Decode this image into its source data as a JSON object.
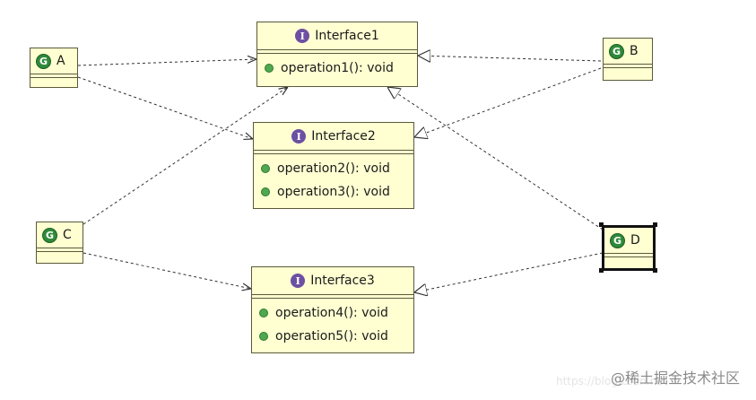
{
  "interfaces": [
    {
      "name": "Interface1",
      "ops": [
        "operation1(): void"
      ]
    },
    {
      "name": "Interface2",
      "ops": [
        "operation2(): void",
        "operation3(): void"
      ]
    },
    {
      "name": "Interface3",
      "ops": [
        "operation4(): void",
        "operation5(): void"
      ]
    }
  ],
  "classes": [
    {
      "name": "A"
    },
    {
      "name": "B"
    },
    {
      "name": "C"
    },
    {
      "name": "D"
    }
  ],
  "icons": {
    "interface_icon": "I",
    "class_icon": "G"
  },
  "colors": {
    "box_fill": "#ffffd2",
    "box_border": "#5a5a3a",
    "interface_icon": "#6d4fa3",
    "class_icon": "#2f8a3a",
    "method_dot": "#4fa84f"
  },
  "watermark": {
    "text": "@稀土掘金技术社区",
    "url": "https://blog.csdn.net"
  }
}
